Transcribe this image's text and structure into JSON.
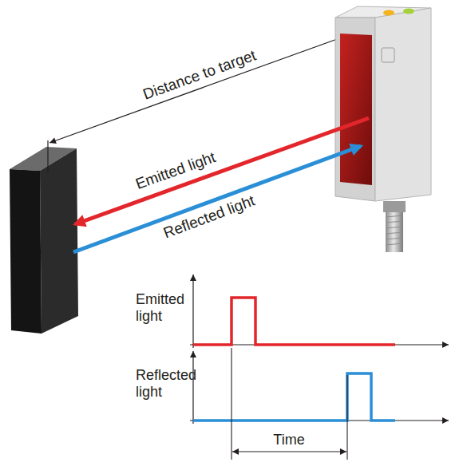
{
  "diagram": {
    "labels": [
      "Distance to target",
      "Emitted light",
      "Reflected light",
      "Emitted light",
      "Reflected light",
      "Time"
    ]
  }
}
